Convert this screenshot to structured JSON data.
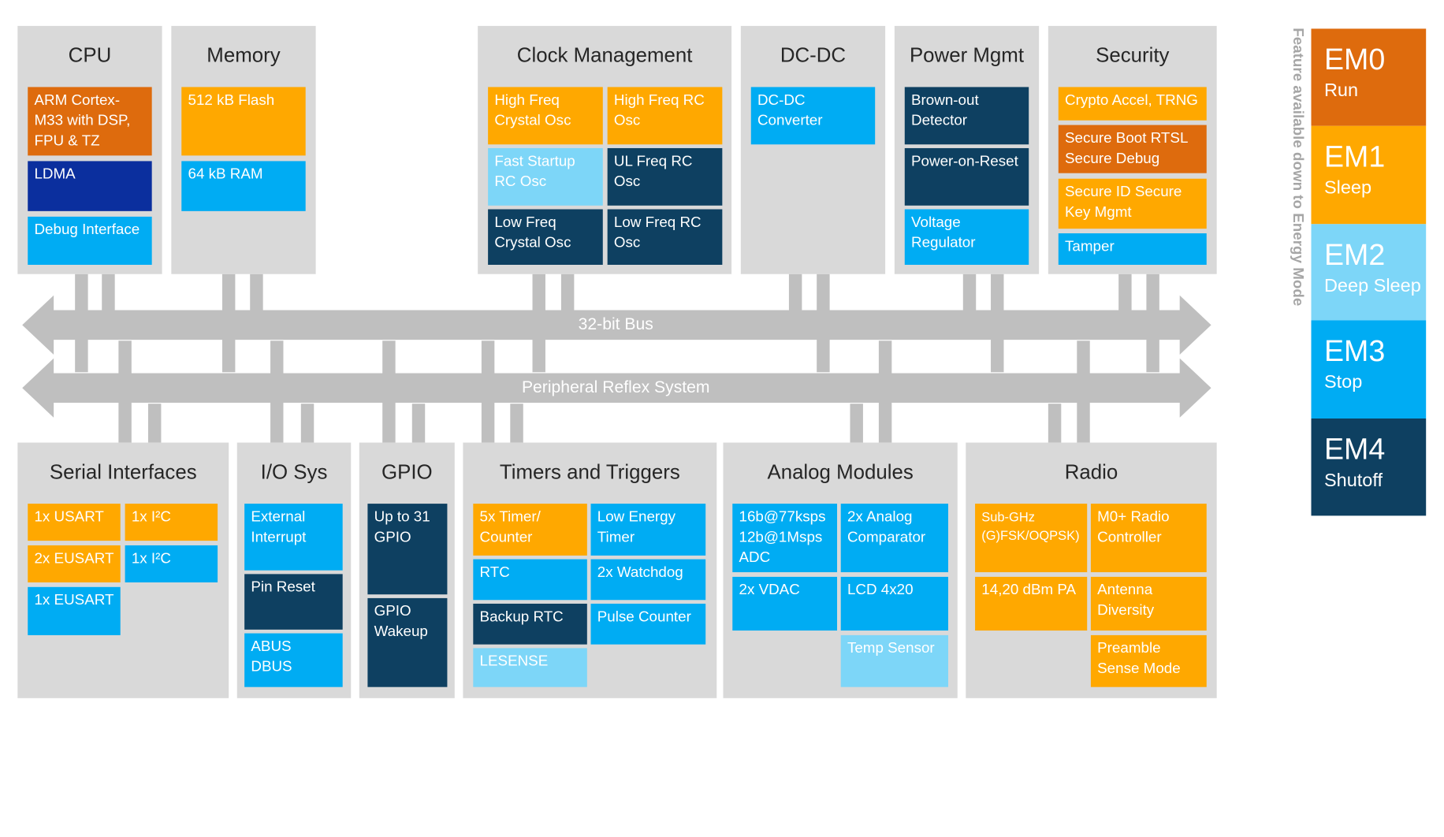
{
  "colors": {
    "EM0": "#de6b0d",
    "EM1": "#ffa800",
    "EM2": "#7dd6f8",
    "EM3": "#00acf3",
    "EM4": "#0e4061",
    "panel": "#d9d9d9",
    "bus": "#bfbfbf"
  },
  "buses": {
    "bus32": "32-bit Bus",
    "prs": "Peripheral Reflex System"
  },
  "legend": {
    "title": "Feature available down to Energy Mode",
    "items": [
      {
        "mode": "EM0",
        "name": "Run"
      },
      {
        "mode": "EM1",
        "name": "Sleep"
      },
      {
        "mode": "EM2",
        "name": "Deep Sleep"
      },
      {
        "mode": "EM3",
        "name": "Stop"
      },
      {
        "mode": "EM4",
        "name": "Shutoff"
      }
    ]
  },
  "groups": {
    "cpu": {
      "title": "CPU",
      "cells": [
        "ARM Cortex-M33 with DSP, FPU & TZ",
        "LDMA",
        "Debug Interface"
      ]
    },
    "memory": {
      "title": "Memory",
      "cells": [
        "512 kB Flash",
        "64 kB RAM"
      ]
    },
    "clock": {
      "title": "Clock Management",
      "cells": [
        "High Freq Crystal Osc",
        "High Freq RC Osc",
        "Fast Startup RC Osc",
        "UL Freq RC Osc",
        "Low Freq Crystal Osc",
        "Low Freq RC Osc"
      ]
    },
    "dcdc": {
      "title": "DC-DC",
      "cells": [
        "DC-DC Converter"
      ]
    },
    "power": {
      "title": "Power Mgmt",
      "cells": [
        "Brown-out Detector",
        "Power-on-Reset",
        "Voltage Regulator"
      ]
    },
    "security": {
      "title": "Security",
      "cells": [
        "Crypto Accel, TRNG",
        "Secure Boot RTSL Secure Debug",
        "Secure ID Secure Key Mgmt",
        "Tamper"
      ]
    },
    "serial": {
      "title": "Serial Interfaces",
      "cells": [
        "1x USART",
        "1x I²C",
        "2x EUSART",
        "1x I²C",
        "1x EUSART"
      ]
    },
    "io": {
      "title": "I/O Sys",
      "cells": [
        "External Interrupt",
        "Pin Reset",
        "ABUS DBUS"
      ]
    },
    "gpio": {
      "title": "GPIO",
      "cells": [
        "Up to 31 GPIO",
        "GPIO Wakeup"
      ]
    },
    "timers": {
      "title": "Timers and Triggers",
      "cells": [
        "5x Timer/ Counter",
        "Low Energy Timer",
        "RTC",
        "2x Watchdog",
        "Backup RTC",
        "Pulse Counter",
        "LESENSE"
      ]
    },
    "analog": {
      "title": "Analog Modules",
      "cells": [
        "16b@77ksps 12b@1Msps ADC",
        "2x Analog Comparator",
        "2x VDAC",
        "LCD 4x20",
        "Temp Sensor"
      ]
    },
    "radio": {
      "title": "Radio",
      "cells": [
        "Sub-GHz (G)FSK/OQPSK)",
        "M0+ Radio Controller",
        "14,20 dBm PA",
        "Antenna Diversity",
        "Preamble Sense Mode"
      ]
    }
  }
}
